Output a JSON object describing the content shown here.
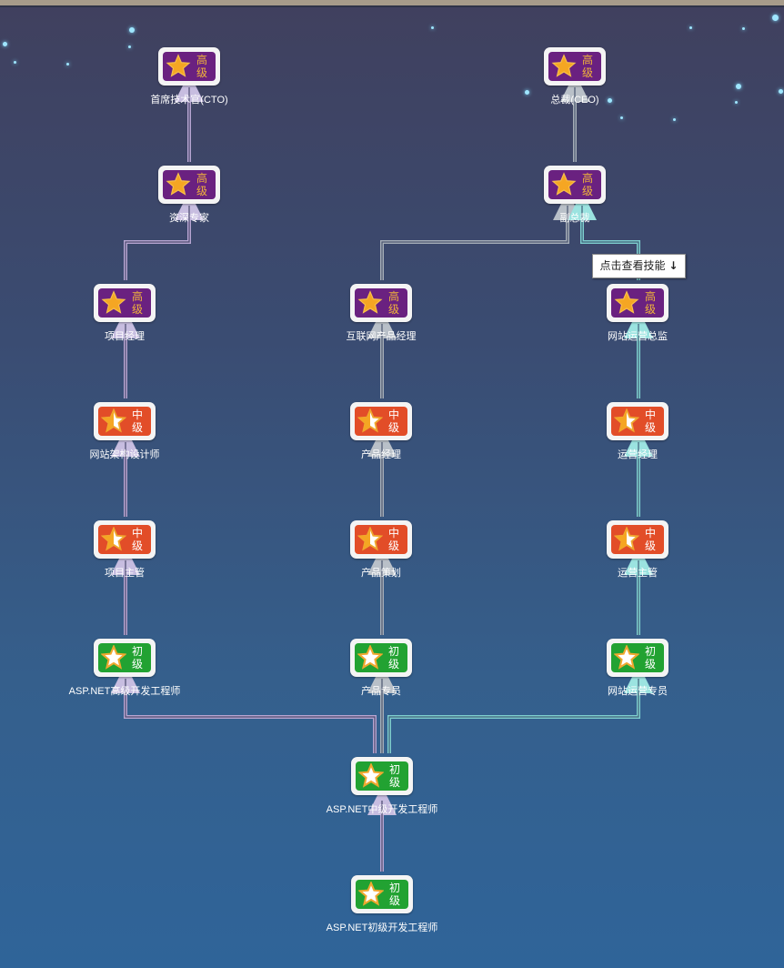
{
  "tooltip": {
    "text": "点击查看技能",
    "arrow": "↓"
  },
  "level_labels": {
    "senior": [
      "高",
      "级"
    ],
    "mid": [
      "中",
      "级"
    ],
    "junior": [
      "初",
      "级"
    ]
  },
  "colors": {
    "senior_badge": "#6a2180",
    "mid_badge": "#e24d28",
    "junior_badge": "#22a232",
    "senior_text": "#f0b43a",
    "path_purple": "#b7a6d2",
    "path_gray": "#a6aeb8",
    "path_teal": "#7ecfcf"
  },
  "nodes": [
    {
      "id": "cto",
      "label": "首席技术官(CTO)",
      "level": "senior"
    },
    {
      "id": "ceo",
      "label": "总裁(CEO)",
      "level": "senior"
    },
    {
      "id": "senior-expert",
      "label": "资深专家",
      "level": "senior"
    },
    {
      "id": "vp",
      "label": "副总裁",
      "level": "senior"
    },
    {
      "id": "project-manager",
      "label": "项目经理",
      "level": "senior"
    },
    {
      "id": "internet-product-manager",
      "label": "互联网产品经理",
      "level": "senior"
    },
    {
      "id": "site-ops-director",
      "label": "网站运营总监",
      "level": "senior"
    },
    {
      "id": "site-architect",
      "label": "网站架构设计师",
      "level": "mid"
    },
    {
      "id": "product-manager",
      "label": "产品经理",
      "level": "mid"
    },
    {
      "id": "ops-manager",
      "label": "运营经理",
      "level": "mid"
    },
    {
      "id": "project-supervisor",
      "label": "项目主管",
      "level": "mid"
    },
    {
      "id": "product-planner",
      "label": "产品策划",
      "level": "mid"
    },
    {
      "id": "ops-supervisor",
      "label": "运营主管",
      "level": "mid"
    },
    {
      "id": "aspnet-senior-dev",
      "label": "ASP.NET高级开发工程师",
      "level": "junior"
    },
    {
      "id": "product-specialist",
      "label": "产品专员",
      "level": "junior"
    },
    {
      "id": "site-ops-specialist",
      "label": "网站运营专员",
      "level": "junior"
    },
    {
      "id": "aspnet-mid-dev",
      "label": "ASP.NET中级开发工程师",
      "level": "junior"
    },
    {
      "id": "aspnet-junior-dev",
      "label": "ASP.NET初级开发工程师",
      "level": "junior"
    }
  ]
}
